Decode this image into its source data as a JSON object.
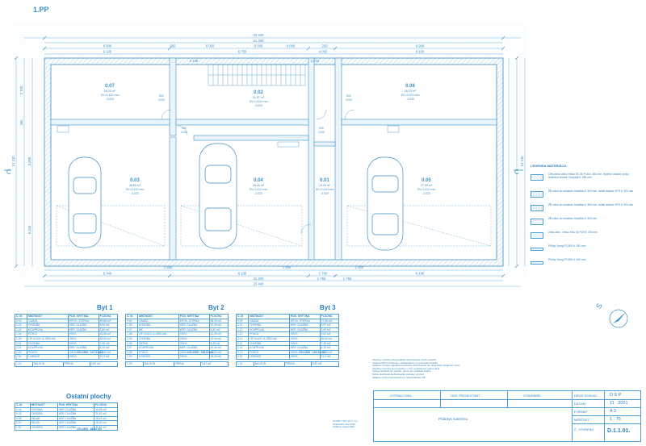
{
  "sheet": {
    "floor_label": "1.PP",
    "section_mark": "C",
    "section_mark_left": "C",
    "north_letter": "S"
  },
  "dimensions": {
    "top_total": "23 440",
    "top_overall": "21 400",
    "top_segments": [
      "6 900",
      "650",
      "6 000",
      "6 000",
      "6 000",
      "250",
      "6 900"
    ],
    "top_inner": [
      "6.100",
      "6.750",
      "2 100",
      "4.050",
      "1.215",
      "6.100"
    ],
    "bottom_total": "21 400",
    "bottom_overall": "23 440",
    "bottom_segments": [
      "6 340",
      "6 100",
      "1 700",
      "6 100"
    ],
    "bottom_small": [
      "2 850",
      "1 900",
      "1 900",
      "1.750",
      "1 750"
    ],
    "left_total": "13 130",
    "left_segments": [
      "2 700",
      "300",
      "5.800",
      "5.200"
    ],
    "right_total": "13 130"
  },
  "rooms": [
    {
      "id": "0.07",
      "area": "18,20 m²",
      "sv": "SV=2,420 mm",
      "extra": "-3,020"
    },
    {
      "id": "0.02",
      "area": "21,87 m²",
      "sv": "SV=2,420 mm",
      "extra": "-3,020"
    },
    {
      "id": "0.06",
      "area": "16,23 m²",
      "sv": "SV=2,420 mm",
      "extra": "-3,020"
    },
    {
      "id": "0.03",
      "area": "38,85 m²",
      "sv": "SV=2,420 mm",
      "extra": "-3,020"
    },
    {
      "id": "0.04",
      "area": "38,40 m²",
      "sv": "SV=2,420 mm",
      "extra": "-3,020"
    },
    {
      "id": "0.01",
      "area": "10,35 m²",
      "sv": "SV=2,420 mm",
      "extra": "-3,020"
    },
    {
      "id": "0.05",
      "area": "37,55 m²",
      "sv": "SV=2,420 mm",
      "extra": "-3,020"
    }
  ],
  "doors": [
    "800",
    "2100",
    "900",
    "2100",
    "900",
    "2100",
    "800",
    "2100"
  ],
  "legend": {
    "title": "LEGENDA MATERIÁLU:",
    "items": [
      {
        "text": "Obvodové zdivo Heluz SC 38 P15 tl. 380 mm, tepelné izolační prvky Isobeton Isomur Greywall tl. 250 mm",
        "style": "h"
      },
      {
        "text": "ŽB zdivo do zeměstv. tloušťka tl. 300 mm, svislé izolace XPS tl. 200 mm",
        "style": "d"
      },
      {
        "text": "ŽB zdivo do zeměstv. tloušťka tl. 300 mm, svislé izolace XPS tl. 200 mm",
        "style": "d"
      },
      {
        "text": "ŽB zdivo do zeměstv. tloušťka tl. 300 mm",
        "style": "n"
      },
      {
        "text": "Zdivo Aku - Heluz AKU 30 P20 tl. 300 mm",
        "style": "n"
      },
      {
        "text": "Příčky Ytong P2-500 tl. 150 mm",
        "style": "thin"
      },
      {
        "text": "Příčky Ytong P2-500 tl. 100 mm",
        "style": "thin"
      }
    ]
  },
  "apartments": [
    {
      "title": "Byt 1",
      "headers": [
        "Č. M.",
        "MÍSTNOST",
        "POD. KRYTINA",
        "PLOCHA"
      ],
      "rows": [
        [
          "0.03",
          "GARÁŽ",
          "EPOX. STĚRKA",
          "38,85 m2"
        ],
        [
          "1.01",
          "CHODBA",
          "KER. DLAŽBA",
          "6,96 m2"
        ],
        [
          "1.02",
          "KOUPELNA",
          "KER. DLAŽBA",
          "2,80 m2"
        ],
        [
          "1.04",
          "POKOJ",
          "VINYL",
          "15,95 m2"
        ],
        [
          "1.05",
          "OP. KUCH. A JÍDELNA",
          "VINYL",
          "38,50 m2"
        ],
        [
          "2.01",
          "CHODBA",
          "VINYL",
          "7,45 m2"
        ],
        [
          "2.02",
          "KOUPELNA",
          "KER. DLAŽBA",
          "5,15 m2"
        ],
        [
          "2.03",
          "POKOJ",
          "VINYL",
          "17,60 m2"
        ],
        [
          "2.04",
          "LOŽNICE",
          "VINYL",
          "21,0 m2"
        ]
      ],
      "total": "CELKEM : 147,31 m2",
      "balcony": [
        "1.10",
        "BALKON",
        "PRKNA",
        "5,80 m2"
      ]
    },
    {
      "title": "Byt 2",
      "headers": [
        "Č. M.",
        "MÍSTNOST",
        "POD. KRYTINA",
        "PLOCHA"
      ],
      "rows": [
        [
          "0.04",
          "GARÁŽ",
          "EPOX. STĚRKA",
          "38,40 m2"
        ],
        [
          "1.06",
          "CHODBA",
          "KER. DLAŽBA",
          "10,30 m2"
        ],
        [
          "1.07",
          "WC",
          "KER. DLAŽBA",
          "4,80 m2"
        ],
        [
          "1.08",
          "OP. KUCH. A JÍDELNA",
          "VINYL",
          "41,20 m2"
        ],
        [
          "2.05",
          "CHODBA",
          "VINYL",
          "12,44 m2"
        ],
        [
          "2.06",
          "ŠATNA",
          "VINYL",
          "5,45 m2"
        ],
        [
          "2.07",
          "KOUPELNA",
          "KER. DLAŽBA",
          "10,44 m2"
        ],
        [
          "2.08",
          "POKOJ",
          "VINYL",
          "17,00 m2"
        ],
        [
          "2.09",
          "LOŽNICE",
          "VINYL",
          "15,40 m2"
        ]
      ],
      "total": "CELKEM : 166,61 m2",
      "balcony": [
        "1.09",
        "BALKON",
        "PRKNA",
        "5,52 m2"
      ]
    },
    {
      "title": "Byt 3",
      "headers": [
        "Č. M.",
        "MÍSTNOST",
        "POD. KRYTINA",
        "PLOCHA"
      ],
      "rows": [
        [
          "0.05",
          "GARÁŽ",
          "EPOX. STĚRKA",
          "37,55 m2"
        ],
        [
          "1.11",
          "CHODBA",
          "KER. DLAŽBA",
          "6,97 m2"
        ],
        [
          "1.12",
          "KOUPELNA",
          "KER. DLAŽBA",
          "3,40 m2"
        ],
        [
          "1.13",
          "POKOJ",
          "VINYL",
          "9,02 m2"
        ],
        [
          "2.10",
          "OP. KUCH. A JÍDELNA",
          "VINYL",
          "36,50 m2"
        ],
        [
          "2.11",
          "CHODBA",
          "VINYL",
          "7,40 m2"
        ],
        [
          "2.12",
          "KOUPELNA",
          "KER. DLAŽBA",
          "6,15 m2"
        ],
        [
          "2.13",
          "POKOJ",
          "VINYL",
          "17,60 m2"
        ],
        [
          "2.14",
          "LOŽNICE",
          "VINYL",
          "21,0 m2"
        ]
      ],
      "total": "CELKEM : 145,04 m2",
      "balcony": [
        "1.14",
        "BALKON",
        "PRKNA",
        "5,80 m2"
      ]
    }
  ],
  "other": {
    "title": "Ostatní plochy",
    "headers": [
      "Č. M.",
      "MÍSTNOST",
      "POD. KRYTINA",
      "PLOCHA"
    ],
    "rows": [
      [
        "0.01",
        "CHODBA",
        "KER. DLAŽBA",
        "10,35 m2"
      ],
      [
        "0.02",
        "CHODBA",
        "KER. DLAŽBA",
        "21,87 m2"
      ],
      [
        "0.06",
        "SKLAD",
        "KER. DLAŽBA",
        "16,23 m2"
      ],
      [
        "0.07",
        "SKLAD",
        "KER. DLAŽBA",
        "18,20 m2"
      ],
      [
        "1.01",
        "CHODBA",
        "KER. DLAŽBA",
        "21,87 m2"
      ]
    ],
    "total": "CELKEM : 88,32 m2"
  },
  "notes": [
    "Všechny povrchy před realizací zkontrolovat, ploch upřesnit",
    "Veškeré PD konzultovat s dodavatelem pro provádění stavby",
    "Veškeré rozměry stavební konstrukce zkontrolovat na místě před zahájením prací",
    "Všechny rozměry jsou uvedeny v mm, nestanoví-li výkres jinak",
    "Výkres neslouží pro výrobu, pouze pro realizaci stavby",
    "Nutné dodržovat technologické postupy výrobců",
    "Veškeré změny konzultovat se zpracovatelem PD"
  ],
  "stamp": [
    "±0,000 = 257,10 m n.m.",
    "Svahování ruce Z7M",
    "Výškový systém Bpv"
  ],
  "titleblock": {
    "vypracoval": "VYPRACOVAL",
    "odp_projektant": "ODP. PROJEKTANT",
    "stavebnik": "STAVEBNÍK",
    "druh_label": "DRUH DOKUM.:",
    "druh_value": "D S P",
    "datum_label": "DATUM",
    "datum_value": "11 . 2021",
    "format_label": "FORMÁT",
    "format_value": "A 3",
    "meritko_label": "MĚŘÍTKO",
    "meritko_value": "1 : 75",
    "vykres_label": "Č. VÝKRESU",
    "vykres_value": "D.1.1.01.",
    "name": "Půdorys suterénu"
  }
}
